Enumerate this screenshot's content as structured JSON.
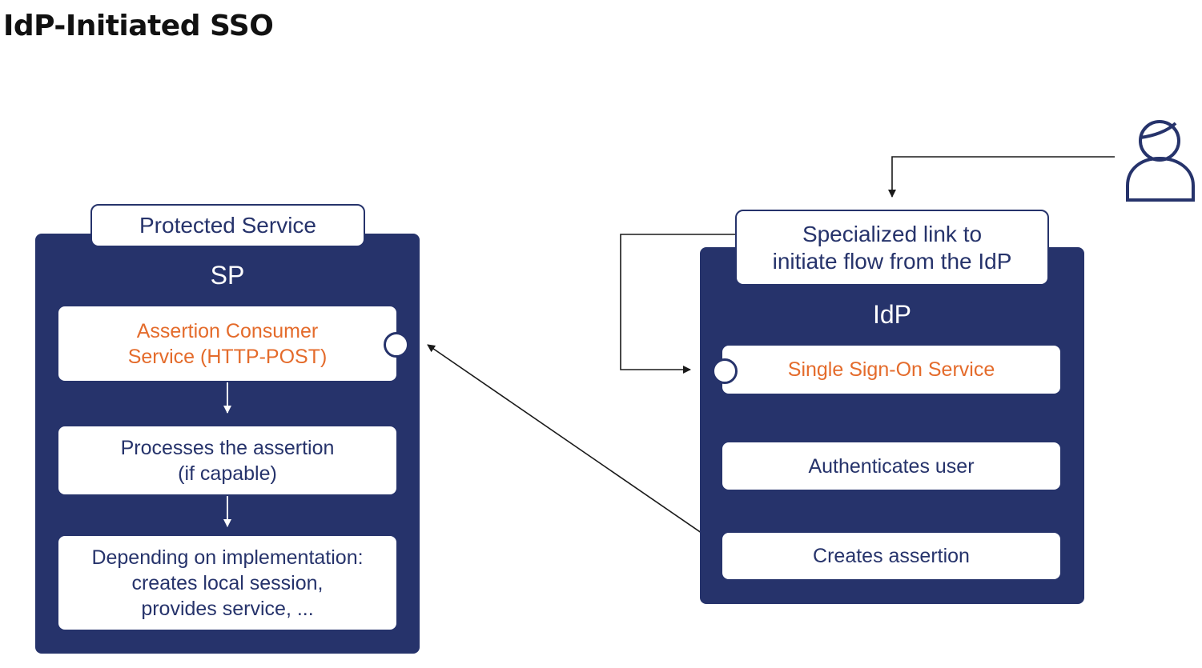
{
  "title": "IdP-Initiated SSO",
  "sp": {
    "tab_label": "Protected Service",
    "title": "SP",
    "steps": [
      "Assertion Consumer\nService (HTTP-POST)",
      "Processes the assertion\n(if capable)",
      "Depending on implementation:\ncreates local session,\nprovides service, ..."
    ]
  },
  "idp": {
    "tab_label": "Specialized link to\ninitiate flow from the IdP",
    "title": "IdP",
    "steps": [
      "Single Sign-On Service",
      "Authenticates user",
      "Creates assertion"
    ]
  },
  "icons": {
    "user": "user-icon"
  },
  "colors": {
    "navy": "#26336b",
    "accent": "#e46b2b",
    "line": "#1a1a1a"
  }
}
